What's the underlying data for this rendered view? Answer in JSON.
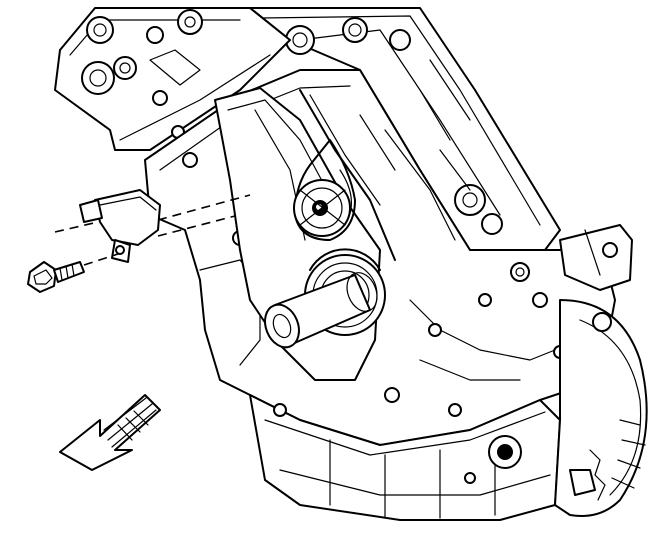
{
  "diagram": {
    "background_color": "#ffffff",
    "line_color": "#000000",
    "direction_arrow": "front-of-vehicle-arrow",
    "parts": [
      "engine-block",
      "cylinder-head-left",
      "cylinder-head-right",
      "timing-chain-cover",
      "crankshaft-snout",
      "tensioner-pulley",
      "crankshaft-position-sensor",
      "sensor-bolt",
      "oil-pan",
      "flywheel-ring-gear"
    ]
  }
}
